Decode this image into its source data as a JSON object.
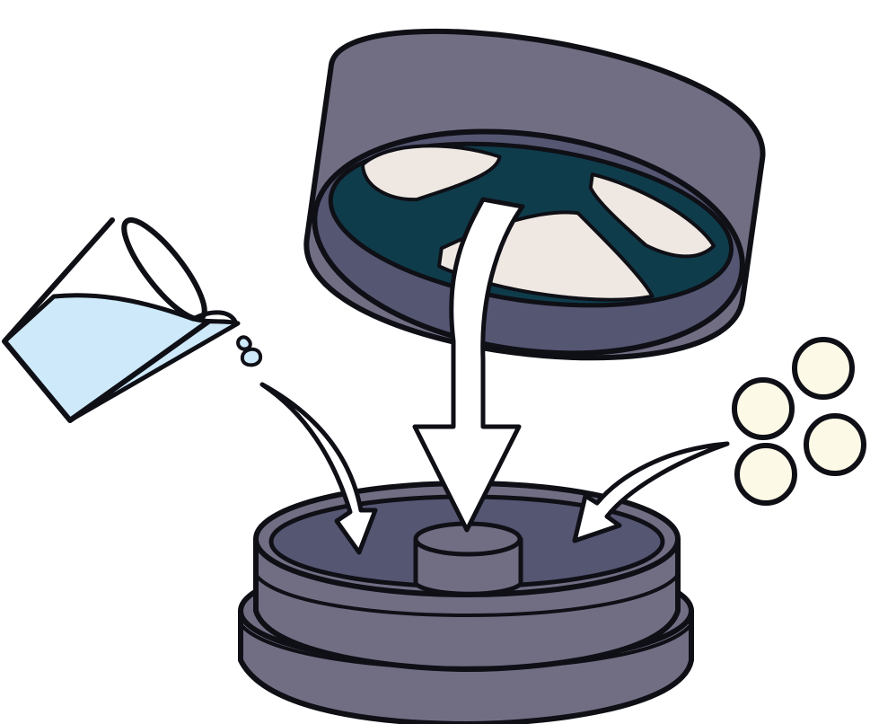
{
  "colors": {
    "outline": "#0f0f16",
    "housing": "#716e84",
    "housing_inner": "#555672",
    "cap_mesh": "#0f3c4b",
    "filter_pad": "#efe8e2",
    "water": "#cde9fa",
    "tablet": "#fcf9e6",
    "arrow": "#ffffff",
    "background": "#ffffff"
  },
  "objects": [
    "measuring-cup",
    "water-drops",
    "upper-cap",
    "base-housing",
    "tablets",
    "arrows"
  ]
}
